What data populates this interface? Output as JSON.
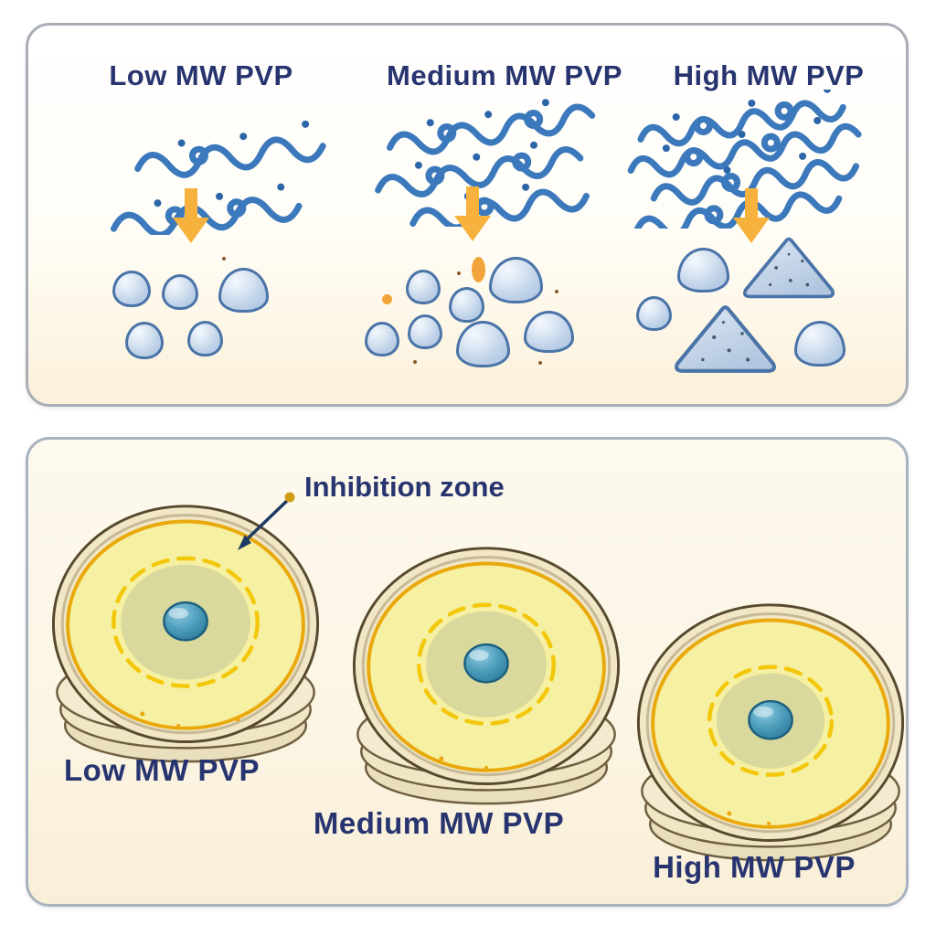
{
  "top_panel": {
    "columns": [
      {
        "label": "Low MW PVP",
        "particles": "few small round droplets"
      },
      {
        "label": "Medium MW PVP",
        "particles": "more droplets of varied size"
      },
      {
        "label": "High MW PVP",
        "particles": "large triangular aggregates with droplets"
      }
    ]
  },
  "bottom_panel": {
    "annotation": "Inhibition zone",
    "dishes": [
      {
        "label": "Low MW PVP",
        "inhibition_zone": "largest"
      },
      {
        "label": "Medium MW PVP",
        "inhibition_zone": "medium"
      },
      {
        "label": "High MW PVP",
        "inhibition_zone": "smallest"
      }
    ]
  },
  "icons": {
    "polymer_chain": "blue wavy polymer strands",
    "arrow_down": "orange downward arrow",
    "nanoparticle_droplet": "glossy blue droplet",
    "aggregate_triangle": "speckled blue triangular aggregate",
    "petri_dish": "stacked tan petri dish with yellow agar",
    "annotation_arrow": "navy pointer line with gold dot"
  },
  "colors": {
    "label_navy": "#27346f",
    "arrow_orange": "#f6b23c",
    "chain_blue": "#3b79bc",
    "droplet_fill": "#c9d9ec",
    "droplet_stroke": "#4a74a8",
    "agar_yellow": "#f6f0a2",
    "agar_ring_orange": "#e9a90c",
    "zone_olive": "#d9d99d",
    "dashed_gold": "#f3c70a",
    "disc_teal": "#3c88ab",
    "dish_tan": "#f1e7c6"
  }
}
